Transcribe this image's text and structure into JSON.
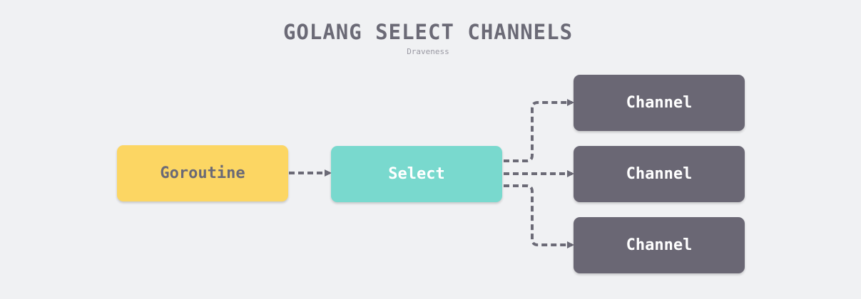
{
  "diagram": {
    "title": "GOLANG SELECT CHANNELS",
    "subtitle": "Draveness",
    "nodes": {
      "goroutine": "Goroutine",
      "select": "Select",
      "channels": [
        "Channel",
        "Channel",
        "Channel"
      ]
    },
    "colors": {
      "background": "#f0f1f3",
      "goroutine": "#fcd663",
      "select": "#79d9ce",
      "channel": "#6a6774",
      "edge": "#6b6a76"
    }
  }
}
